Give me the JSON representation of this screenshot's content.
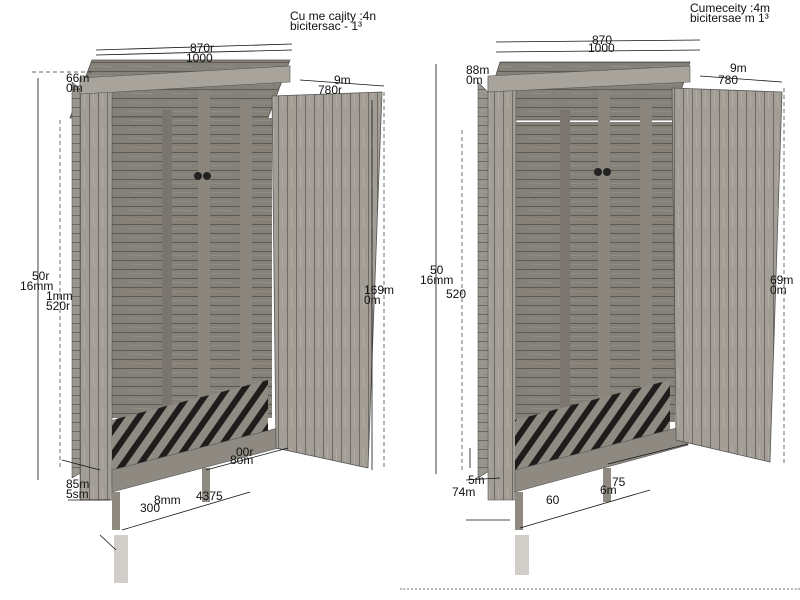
{
  "left_drawing": {
    "capacity_line1": "Cu me cajity :4n",
    "capacity_line2": "bicitersac - 1³",
    "width_top_a": "870r",
    "width_top_b": "1000",
    "depth_a": "66m",
    "depth_b": "0m",
    "door_a": "9m",
    "door_b": "780r",
    "height_a": "50r",
    "height_b": "16mm",
    "height_c": "1mm",
    "height_d": "520r",
    "door_h": "169m",
    "door_h2": "0m",
    "base_a": "00r",
    "base_b": "8om",
    "foot_a": "85m",
    "foot_b": "5sm",
    "floor_a": "8mm",
    "floor_b": "300",
    "floor_c": "4375"
  },
  "right_drawing": {
    "capacity_line1": "Cumeceity :4m",
    "capacity_line2": "bicitersae m 1³",
    "width_top_a": "870",
    "width_top_b": "1000",
    "depth_a": "88m",
    "depth_b": "0m",
    "door_a": "9m",
    "door_b": "780",
    "height_a": "50",
    "height_b": "16mm",
    "height_c": "520",
    "door_h": "69m",
    "door_h2": "0m",
    "base_a": "5m",
    "base_b": "74m",
    "floor_a": "60",
    "floor_b": "75",
    "floor_c": "6m"
  }
}
